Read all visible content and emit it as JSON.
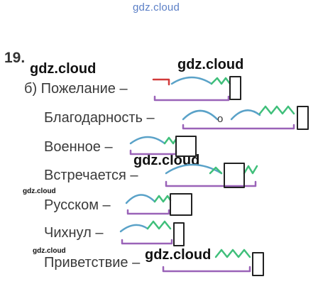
{
  "watermarks": {
    "top": "gdz.cloud",
    "big": [
      "gdz.cloud",
      "gdz.cloud",
      "gdz.cloud",
      "gdz.cloud"
    ],
    "small": [
      "gdz.cloud",
      "gdz.cloud"
    ]
  },
  "task": {
    "number": "19.",
    "lines": [
      "б) Пожелание –",
      "Благодарность –",
      "Военное –",
      "Встречается –",
      "Русском –",
      "Чихнул –",
      "Приветствие –"
    ],
    "connector_letter": "о"
  },
  "colors": {
    "root_arc": "#5aa2c8",
    "suffix_zigzag": "#3fbf7a",
    "stem_bracket": "#9a63b8",
    "prefix_mark": "#d23a3a",
    "ending_box": "#222222"
  }
}
